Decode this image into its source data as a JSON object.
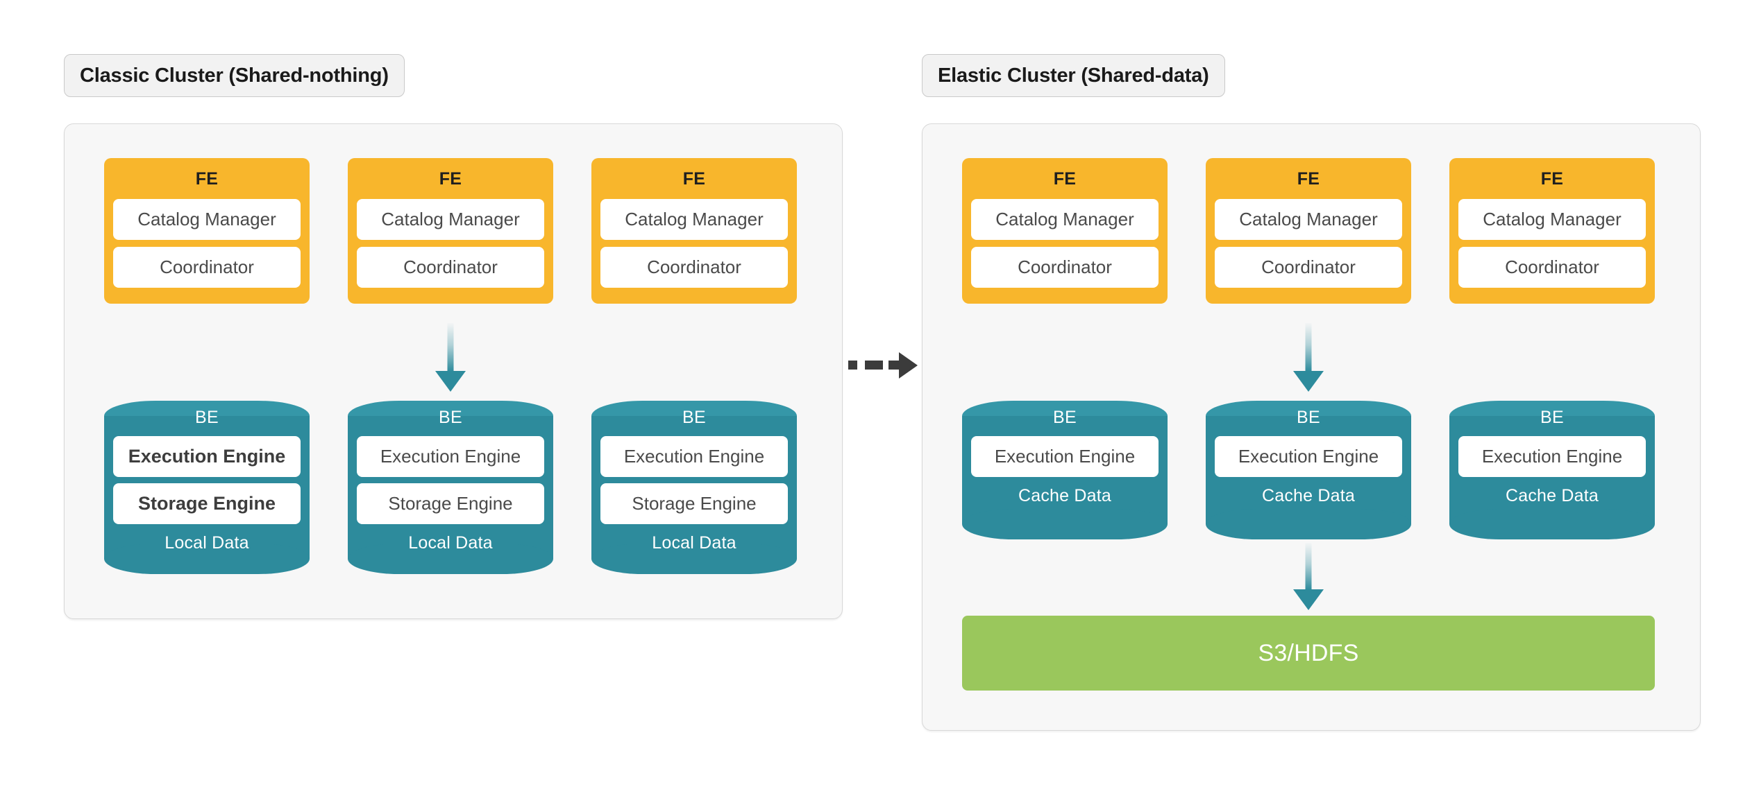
{
  "diagram": {
    "title_left": "Classic Cluster (Shared-nothing)",
    "title_right": "Elastic Cluster (Shared-data)",
    "transition_icon": "dashed-right-arrow-icon",
    "colors": {
      "fe": "#f8b62c",
      "be": "#2d8b9c",
      "be_cap": "#3597a8",
      "storage": "#9ac75c",
      "panel_bg": "#f7f7f7",
      "panel_border": "#d8d8d8",
      "title_bg": "#f2f2f2",
      "arrow": "#2d8b9c",
      "transition_arrow": "#3b3b3b"
    }
  },
  "clusters": [
    {
      "id": "classic",
      "title": "Classic Cluster (Shared-nothing)",
      "fe_nodes": [
        {
          "title": "FE",
          "boxes": [
            "Catalog Manager",
            "Coordinator"
          ]
        },
        {
          "title": "FE",
          "boxes": [
            "Catalog Manager",
            "Coordinator"
          ]
        },
        {
          "title": "FE",
          "boxes": [
            "Catalog Manager",
            "Coordinator"
          ]
        }
      ],
      "be_nodes": [
        {
          "title": "BE",
          "boxes": [
            "Execution Engine",
            "Storage Engine"
          ],
          "footer": "Local Data"
        },
        {
          "title": "BE",
          "boxes": [
            "Execution Engine",
            "Storage Engine"
          ],
          "footer": "Local Data"
        },
        {
          "title": "BE",
          "boxes": [
            "Execution Engine",
            "Storage Engine"
          ],
          "footer": "Local Data"
        }
      ],
      "storage": null
    },
    {
      "id": "elastic",
      "title": "Elastic Cluster (Shared-data)",
      "fe_nodes": [
        {
          "title": "FE",
          "boxes": [
            "Catalog Manager",
            "Coordinator"
          ]
        },
        {
          "title": "FE",
          "boxes": [
            "Catalog Manager",
            "Coordinator"
          ]
        },
        {
          "title": "FE",
          "boxes": [
            "Catalog Manager",
            "Coordinator"
          ]
        }
      ],
      "be_nodes": [
        {
          "title": "BE",
          "boxes": [
            "Execution Engine"
          ],
          "footer": "Cache Data"
        },
        {
          "title": "BE",
          "boxes": [
            "Execution Engine"
          ],
          "footer": "Cache Data"
        },
        {
          "title": "BE",
          "boxes": [
            "Execution Engine"
          ],
          "footer": "Cache Data"
        }
      ],
      "storage": {
        "label": "S3/HDFS"
      }
    }
  ]
}
